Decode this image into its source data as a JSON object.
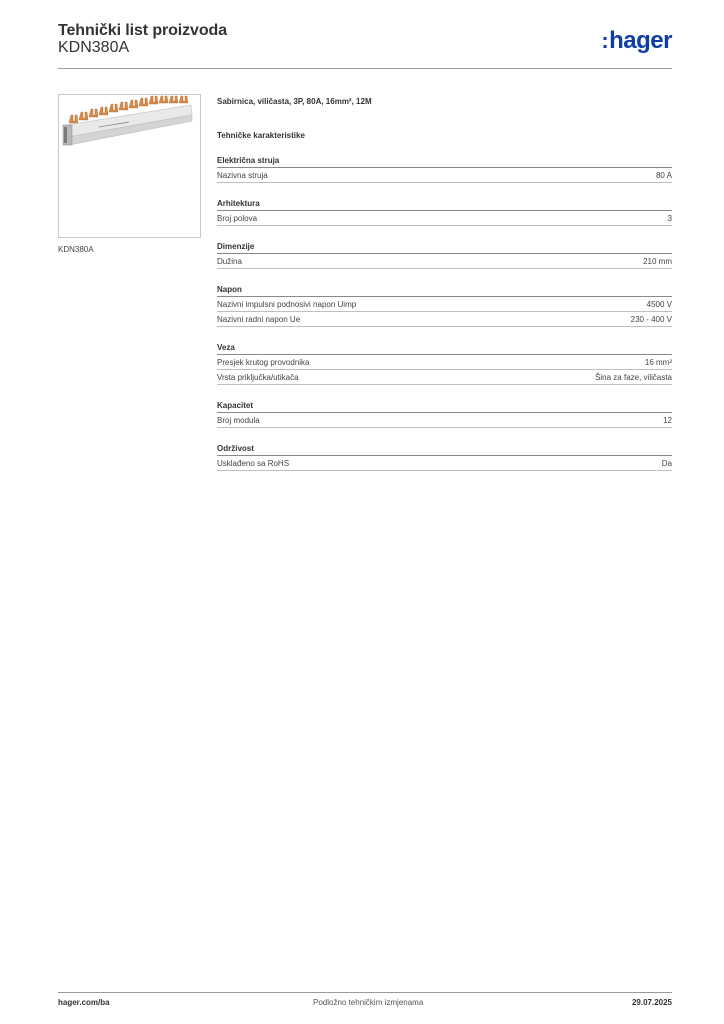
{
  "header": {
    "title": "Tehnički list proizvoda",
    "subtitle": "KDN380A",
    "logo_text": "hager",
    "logo_color": "#0d3ea5"
  },
  "image": {
    "caption": "KDN380A"
  },
  "product": {
    "description": "Sabirnica, viličasta, 3P, 80A, 16mm², 12M",
    "section_heading": "Tehničke karakteristike"
  },
  "groups": [
    {
      "title": "Električna struja",
      "rows": [
        {
          "label": "Nazivna struja",
          "value": "80 A"
        }
      ]
    },
    {
      "title": "Arhitektura",
      "rows": [
        {
          "label": "Broj polova",
          "value": "3"
        }
      ]
    },
    {
      "title": "Dimenzije",
      "rows": [
        {
          "label": "Dužina",
          "value": "210 mm"
        }
      ]
    },
    {
      "title": "Napon",
      "rows": [
        {
          "label": "Nazivni impulsni podnosivi napon Uimp",
          "value": "4500 V"
        },
        {
          "label": "Nazivni radni napon Ue",
          "value": "230 - 400 V"
        }
      ]
    },
    {
      "title": "Veza",
      "rows": [
        {
          "label": "Presjek krutog provodnika",
          "value": "16 mm²"
        },
        {
          "label": "Vrsta priključka/utikača",
          "value": "Šina za faze, viličasta"
        }
      ]
    },
    {
      "title": "Kapacitet",
      "rows": [
        {
          "label": "Broj modula",
          "value": "12"
        }
      ]
    },
    {
      "title": "Održivost",
      "rows": [
        {
          "label": "Usklađeno sa RoHS",
          "value": "Da"
        }
      ]
    }
  ],
  "footer": {
    "website": "hager.com/ba",
    "notice": "Podložno tehničkim izmjenama",
    "date": "29.07.2025"
  }
}
